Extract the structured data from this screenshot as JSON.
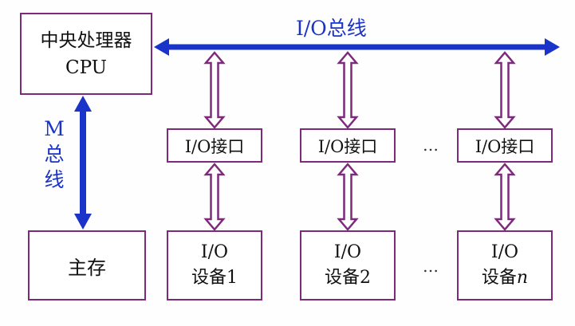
{
  "cpu": {
    "line1": "中央处理器",
    "line2": "CPU"
  },
  "memory": {
    "label": "主存"
  },
  "io_bus": {
    "label": "I/O总线"
  },
  "m_bus": {
    "chars": [
      "M",
      "总",
      "线"
    ]
  },
  "interfaces": [
    {
      "label": "I/O接口"
    },
    {
      "label": "I/O接口"
    },
    {
      "label": "I/O接口"
    }
  ],
  "devices": [
    {
      "line1": "I/O",
      "line2_prefix": "设备",
      "line2_suffix": "1"
    },
    {
      "line1": "I/O",
      "line2_prefix": "设备",
      "line2_suffix": "2"
    },
    {
      "line1": "I/O",
      "line2_prefix": "设备",
      "line2_suffix": "n"
    }
  ],
  "ellipsis": "…",
  "colors": {
    "bus_blue": "#1a33c8",
    "box_border": "#7d2a7d",
    "arrow_outline": "#7d2a7d"
  }
}
